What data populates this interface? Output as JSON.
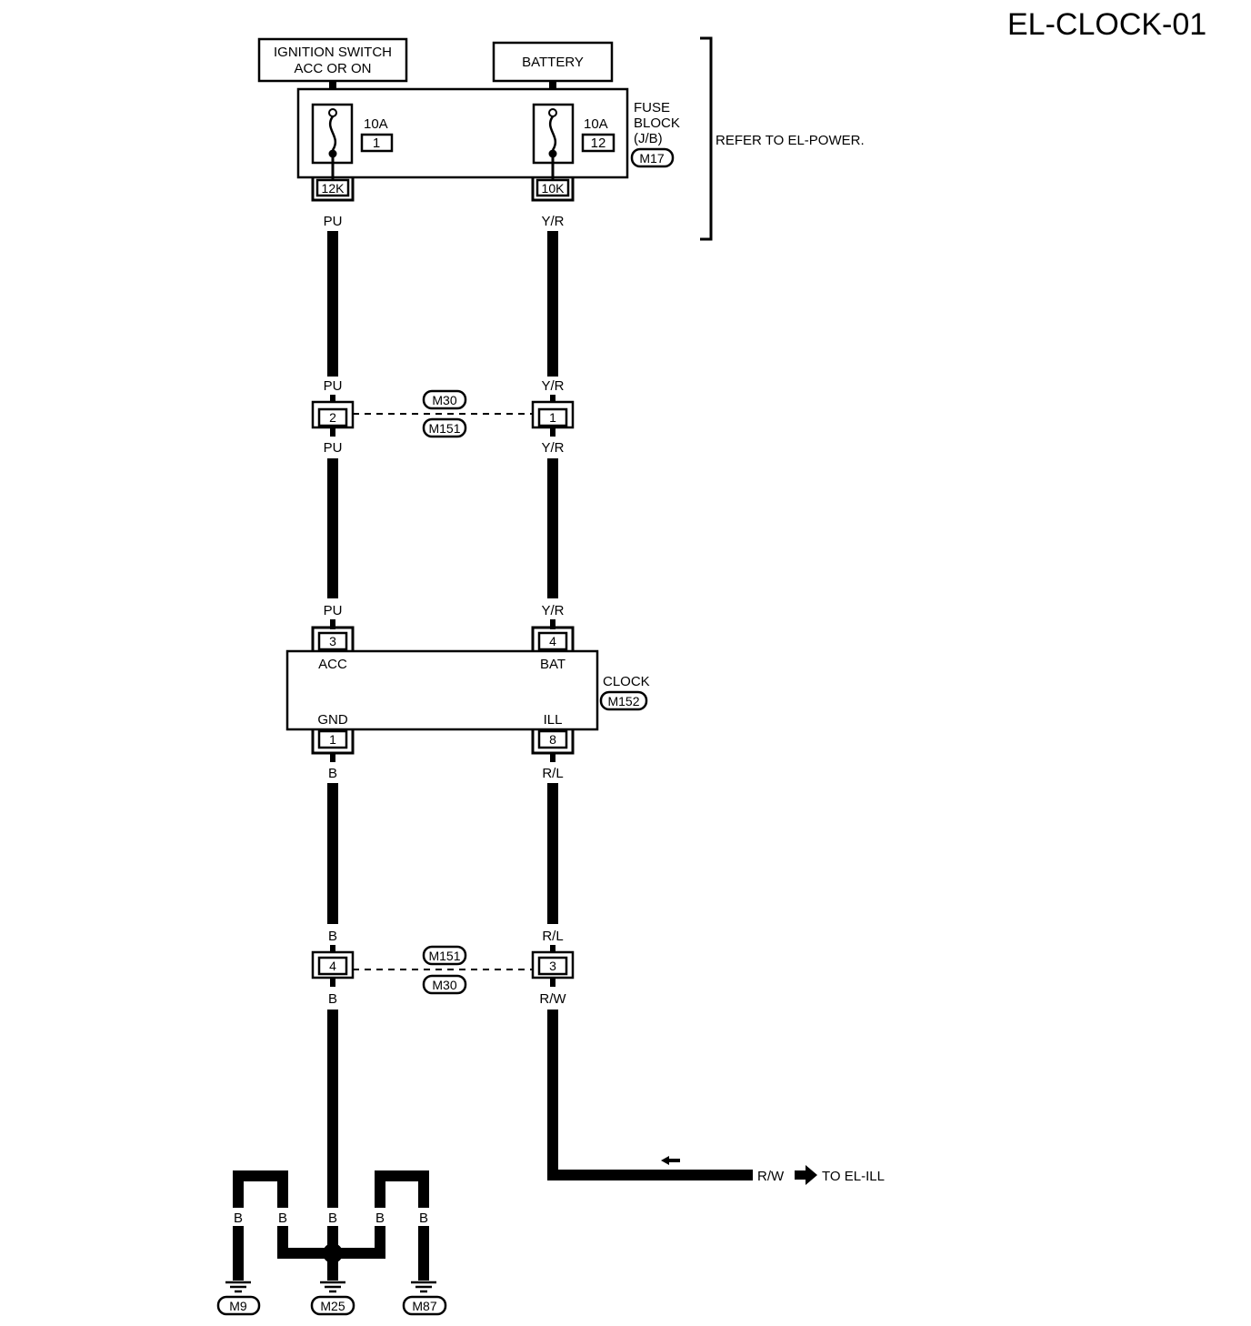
{
  "page_id": "EL-CLOCK-01",
  "power": {
    "ignition_switch_line1": "IGNITION SWITCH",
    "ignition_switch_line2": "ACC OR ON",
    "battery": "BATTERY",
    "refer_note": "REFER TO EL-POWER."
  },
  "fuse_block": {
    "label_line1": "FUSE",
    "label_line2": "BLOCK",
    "label_line3": "(J/B)",
    "connector": "M17",
    "fuses": [
      {
        "rating": "10A",
        "number": "1",
        "terminal": "12K"
      },
      {
        "rating": "10A",
        "number": "12",
        "terminal": "10K"
      }
    ]
  },
  "wire_colors": {
    "pu": "PU",
    "yr": "Y/R",
    "b": "B",
    "rl": "R/L",
    "rw": "R/W"
  },
  "joint_connector_upper": {
    "top": "M30",
    "bottom": "M151",
    "left_pin": "2",
    "right_pin": "1"
  },
  "joint_connector_lower": {
    "top": "M151",
    "bottom": "M30",
    "left_pin": "4",
    "right_pin": "3"
  },
  "clock": {
    "label": "CLOCK",
    "connector": "M152",
    "terminals": [
      {
        "pin": "3",
        "name": "ACC"
      },
      {
        "pin": "4",
        "name": "BAT"
      },
      {
        "pin": "1",
        "name": "GND"
      },
      {
        "pin": "8",
        "name": "ILL"
      }
    ]
  },
  "illumination": {
    "wire": "R/W",
    "destination": "TO EL-ILL"
  },
  "grounds": [
    "M9",
    "M25",
    "M87"
  ]
}
